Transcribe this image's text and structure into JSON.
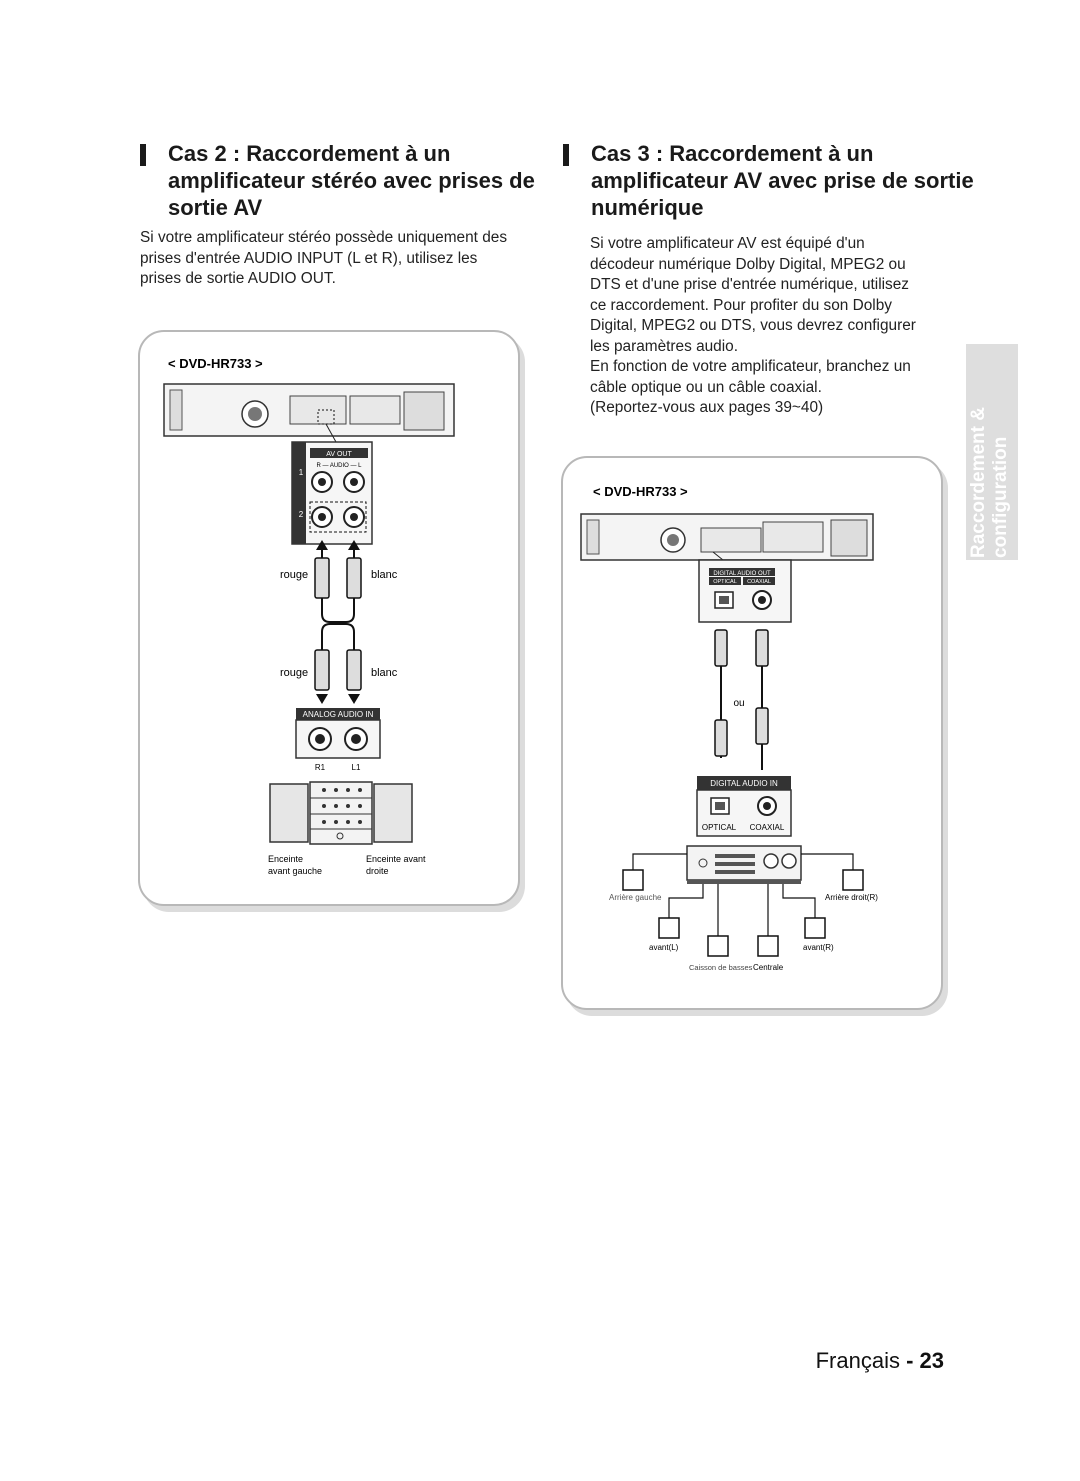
{
  "left_section": {
    "title_lines": [
      "Cas 2 : Raccordement à un",
      "amplificateur stéréo avec prises de",
      "sortie AV"
    ],
    "body_lines": [
      "Si votre amplificateur stéréo possède uniquement des",
      "prises d'entrée AUDIO INPUT (L et R), utilisez les",
      "prises de sortie AUDIO OUT."
    ]
  },
  "right_section": {
    "title_lines": [
      "Cas 3 : Raccordement à un",
      "amplificateur AV avec prise de sortie",
      "numérique"
    ],
    "body_lines": [
      "Si votre amplificateur AV est équipé d'un",
      "décodeur numérique Dolby Digital, MPEG2 ou",
      "DTS et d'une prise d'entrée numérique, utilisez",
      "ce raccordement. Pour profiter du son Dolby",
      "Digital, MPEG2 ou DTS, vous devrez configurer",
      "les paramètres audio.",
      "En fonction de votre amplificateur, branchez un",
      "câble optique ou un câble coaxial.",
      "(Reportez-vous aux pages 39~40)"
    ]
  },
  "diagram_left": {
    "model": "< DVD-HR733 >",
    "av_out": "AV OUT",
    "audio_label": "R — AUDIO — L",
    "jack_row_labels": [
      "1",
      "2"
    ],
    "cable_label_rouge": "rouge",
    "cable_label_blanc": "blanc",
    "analog_audio_in": "ANALOG AUDIO IN",
    "jack_r": "R1",
    "jack_l": "L1",
    "speaker_left": [
      "Enceinte",
      "avant gauche"
    ],
    "speaker_right": [
      "Enceinte avant",
      "droite"
    ]
  },
  "diagram_right": {
    "model": "< DVD-HR733 >",
    "digital_audio_out": "DIGITAL AUDIO OUT",
    "optical": "OPTICAL",
    "coaxial": "COAXIAL",
    "or": "ou",
    "digital_audio_in": "DIGITAL AUDIO IN",
    "rear_left": "Arrière gauche",
    "rear_right": "Arrière droit(R)",
    "front_left": "avant(L)",
    "front_right": "avant(R)",
    "subwoofer": "Caisson de basses",
    "center": "Centrale"
  },
  "side_tab": [
    "Raccordement &",
    "configuration"
  ],
  "footer": {
    "lang": "Français",
    "sep": " - ",
    "page": "23"
  }
}
